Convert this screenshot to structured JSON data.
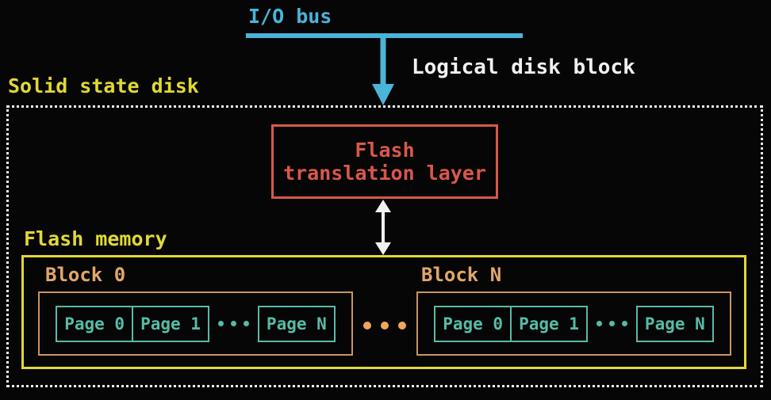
{
  "labels": {
    "io_bus": "I/O bus",
    "logical_disk_block": "Logical disk block",
    "solid_state_disk": "Solid state disk",
    "ftl_line1": "Flash",
    "ftl_line2": "translation layer",
    "flash_memory": "Flash memory"
  },
  "blocks": [
    {
      "label": "Block 0",
      "pages": [
        "Page 0",
        "Page 1",
        "Page N"
      ]
    },
    {
      "label": "Block N",
      "pages": [
        "Page 0",
        "Page 1",
        "Page N"
      ]
    }
  ],
  "icons": {
    "io_bus_down_arrow": "down-arrow",
    "ftl_double_arrow": "double-vertical-arrow",
    "page_ellipsis": "three-dots",
    "block_ellipsis": "three-dots"
  },
  "colors": {
    "background": "#060606",
    "io_bus_cyan": "#4ab4d9",
    "label_yellow": "#e0d935",
    "ftl_red": "#d9584a",
    "block_orange_text": "#e2a76b",
    "block_orange_border": "#c99562",
    "ellipsis_orange": "#f0a55f",
    "page_teal": "#57bba7",
    "text_white": "#f0f0f0"
  }
}
